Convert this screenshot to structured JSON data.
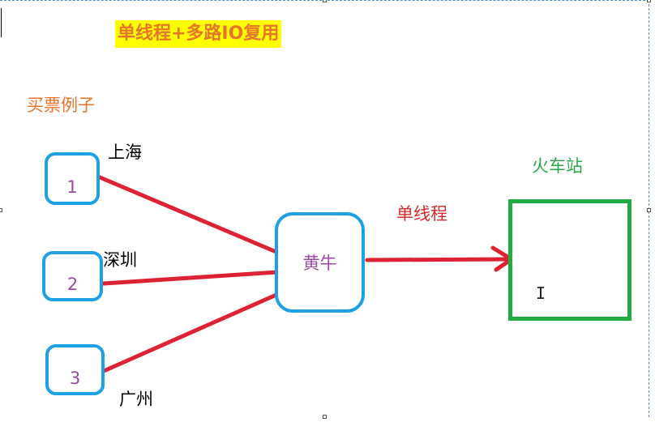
{
  "title": "单线程+多路IO复用",
  "example_label": "买票例子",
  "clients": [
    {
      "number": "1",
      "city": "上海"
    },
    {
      "number": "2",
      "city": "深圳"
    },
    {
      "number": "3",
      "city": "广州"
    }
  ],
  "middle_node": "黄牛",
  "edge_label": "单线程",
  "target_label": "火车站",
  "colors": {
    "title_bg": "#ffff00",
    "title_text": "#e8742c",
    "client_border": "#1ea0e4",
    "node_text": "#9b4aa6",
    "line": "#dd2233",
    "station_border": "#22aa44",
    "station_text": "#2aa84a"
  }
}
